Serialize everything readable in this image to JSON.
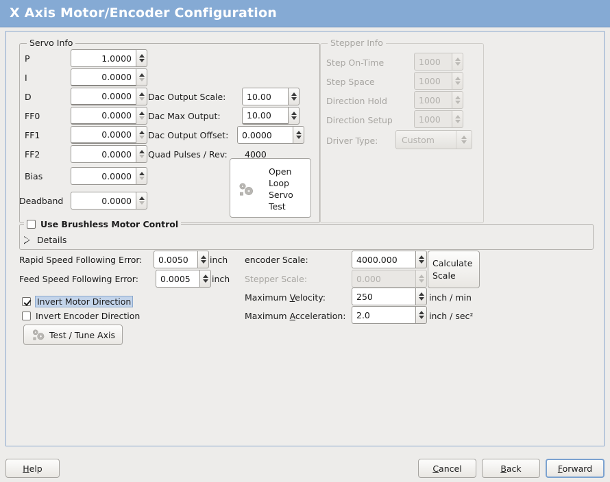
{
  "window": {
    "title": "X Axis Motor/Encoder Configuration",
    "accent": "#85aad4"
  },
  "servo": {
    "legend": "Servo Info",
    "rows": [
      {
        "label": "P",
        "value": "1.0000"
      },
      {
        "label": "I",
        "value": "0.0000"
      },
      {
        "label": "D",
        "value": "0.0000"
      },
      {
        "label": "FF0",
        "value": "0.0000"
      },
      {
        "label": "FF1",
        "value": "0.0000"
      },
      {
        "label": "FF2",
        "value": "0.0000"
      },
      {
        "label": "Bias",
        "value": "0.0000"
      },
      {
        "label": "Deadband",
        "value": "0.0000"
      }
    ],
    "dac_output_scale": {
      "label": "Dac Output Scale:",
      "value": "10.00"
    },
    "dac_max_output": {
      "label": "Dac Max Output:",
      "value": "10.00"
    },
    "dac_output_offset": {
      "label": "Dac Output Offset:",
      "value": "0.0000"
    },
    "quad_pulses": {
      "label": "Quad Pulses / Rev:",
      "value": "4000"
    },
    "open_loop_button": {
      "lines": [
        "Open",
        "Loop",
        "Servo",
        "Test"
      ],
      "icon": "gears-icon"
    }
  },
  "stepper": {
    "legend": "Stepper Info",
    "disabled": true,
    "rows": [
      {
        "label": "Step On-Time",
        "value": "1000"
      },
      {
        "label": "Step Space",
        "value": "1000"
      },
      {
        "label": "Direction Hold",
        "value": "1000"
      },
      {
        "label": "Direction Setup",
        "value": "1000"
      }
    ],
    "driver_type": {
      "label": "Driver Type:",
      "value": "Custom"
    }
  },
  "brushless": {
    "checkbox_label": "Use Brushless Motor Control",
    "checked": false,
    "details_label": "Details",
    "details_expanded": false
  },
  "errors": {
    "rapid": {
      "label": "Rapid Speed Following Error:",
      "value": "0.0050",
      "unit": "inch"
    },
    "feed": {
      "label": "Feed Speed Following Error:",
      "value": "0.0005",
      "unit": "inch"
    }
  },
  "invert": {
    "motor": {
      "label": "Invert Motor Direction",
      "checked": true,
      "focused": true
    },
    "encoder": {
      "label": "Invert Encoder Direction",
      "checked": false,
      "focused": false
    }
  },
  "test_tune_button": {
    "label": "Test / Tune Axis",
    "icon": "gears-icon"
  },
  "scales": {
    "encoder_scale": {
      "label": "encoder Scale:",
      "value": "4000.000",
      "disabled": false
    },
    "stepper_scale": {
      "label": "Stepper Scale:",
      "value": "0.000",
      "disabled": true
    },
    "max_velocity": {
      "label_pre": "Maximum ",
      "label_mnemonic": "V",
      "label_post": "elocity:",
      "value": "250",
      "unit": "inch / min"
    },
    "max_accel": {
      "label_pre": "Maximum ",
      "label_mnemonic": "A",
      "label_post": "cceleration:",
      "value": "2.0",
      "unit": "inch / sec²"
    },
    "calculate_button": {
      "lines": [
        "Calculate",
        "Scale"
      ]
    }
  },
  "footer": {
    "help": {
      "pre": "",
      "mnemonic": "H",
      "post": "elp"
    },
    "cancel": {
      "pre": "",
      "mnemonic": "C",
      "post": "ancel"
    },
    "back": {
      "pre": "",
      "mnemonic": "B",
      "post": "ack"
    },
    "forward": {
      "pre": "",
      "mnemonic": "F",
      "post": "orward",
      "focused": true
    }
  }
}
